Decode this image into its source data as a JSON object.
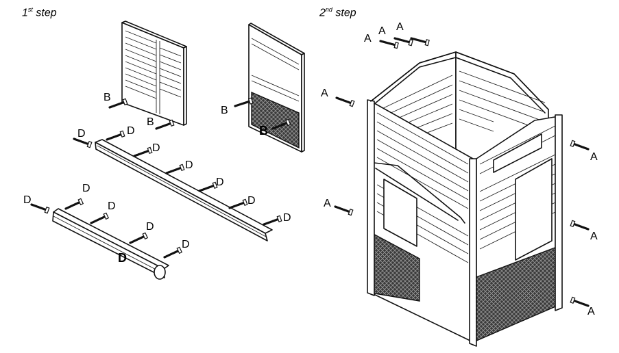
{
  "steps": [
    {
      "number": "1",
      "suffix": "st",
      "word": "step"
    },
    {
      "number": "2",
      "suffix": "nd",
      "word": "step"
    }
  ],
  "labels": {
    "a": "A",
    "b": "B",
    "d": "D"
  },
  "colors": {
    "ink": "#111111",
    "paper": "#ffffff",
    "mesh": "#2b2b2b"
  }
}
